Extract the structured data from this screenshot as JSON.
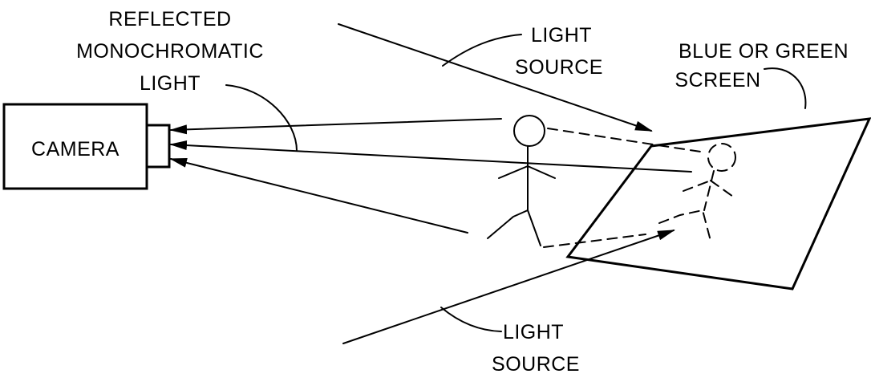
{
  "labels": {
    "reflected": [
      "REFLECTED",
      "MONOCHROMATIC",
      "LIGHT"
    ],
    "light_source_top": [
      "LIGHT",
      "SOURCE"
    ],
    "screen": [
      "BLUE OR GREEN",
      "SCREEN"
    ],
    "camera": "CAMERA",
    "light_source_bottom": [
      "LIGHT",
      "SOURCE"
    ]
  },
  "colors": {
    "ink": "#000000",
    "paper": "#ffffff"
  }
}
